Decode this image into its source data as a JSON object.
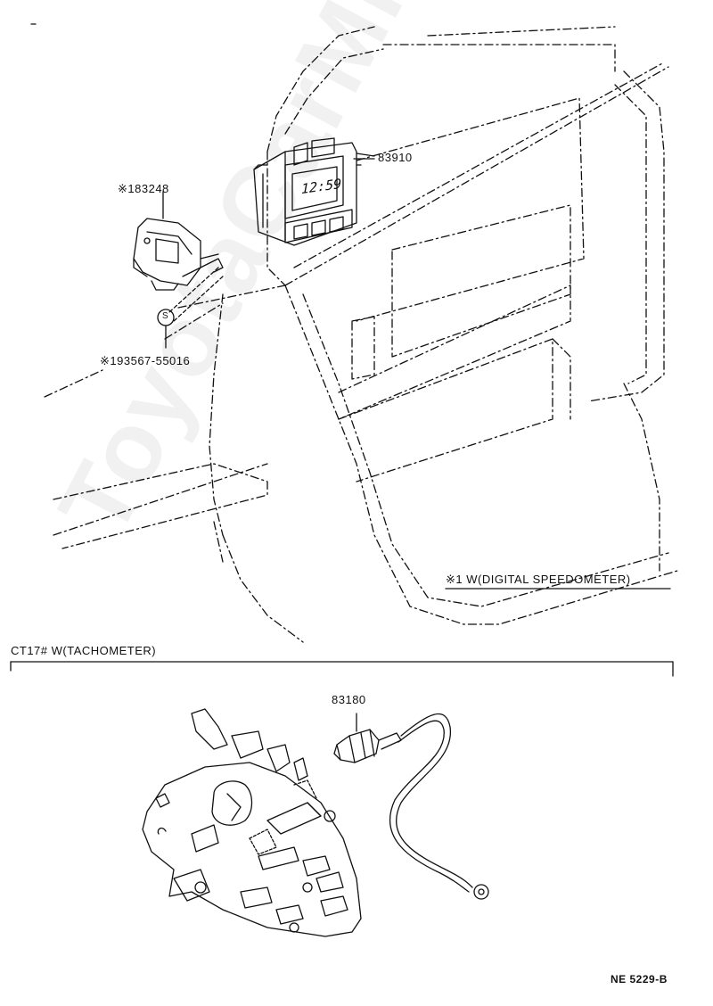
{
  "watermark": "ToyotaCarMine.ru",
  "labels": {
    "part_83910": "83910",
    "part_183248": "※183248",
    "part_193567": "※193567-55016",
    "bolt_symbol": "S",
    "digital_speedometer": "※1 W(DIGITAL SPEEDOMETER)",
    "tachometer_section": "CT17# W(TACHOMETER)",
    "part_83180": "83180",
    "drawing_number": "NE 5229-B"
  },
  "clock_display": "12:59",
  "colors": {
    "line": "#111111",
    "background": "#ffffff"
  }
}
